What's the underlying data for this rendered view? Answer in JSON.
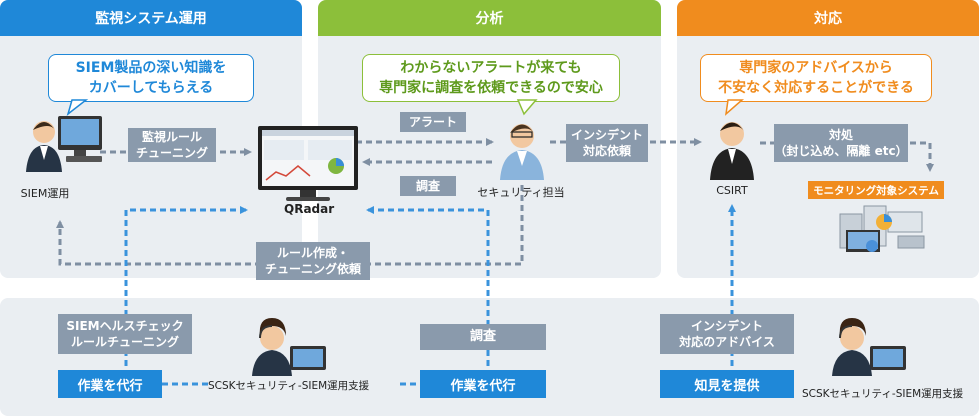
{
  "columns": {
    "monitoring": {
      "title": "監視システム運用",
      "color": "#1f88d8"
    },
    "analysis": {
      "title": "分析",
      "color": "#8cbf3a"
    },
    "response": {
      "title": "対応",
      "color": "#f08c1e"
    }
  },
  "bubbles": {
    "monitoring": {
      "line1": "SIEM製品の深い知識を",
      "line2": "カバーしてもらえる",
      "color": "#1f88d8"
    },
    "analysis": {
      "line1": "わからないアラートが来ても",
      "line2": "専門家に調査を依頼できるので安心",
      "color": "#6fa32a"
    },
    "response": {
      "line1": "専門家のアドバイスから",
      "line2": "不安なく対応することができる",
      "color": "#f08c1e"
    }
  },
  "actors": {
    "siem_ops": "SIEM運用",
    "security_staff": "セキュリティ担当",
    "csirt": "CSIRT",
    "qradar": "QRadar",
    "scsk_left": "SCSKセキュリティ-SIEM運用支援",
    "scsk_right": "SCSKセキュリティ-SIEM運用支援"
  },
  "labels": {
    "rule_tuning": {
      "line1": "監視ルール",
      "line2": "チューニング"
    },
    "alert": "アラート",
    "investigate_top": "調査",
    "incident_request": {
      "line1": "インシデント",
      "line2": "対応依頼"
    },
    "countermeasure": {
      "line1": "対処",
      "line2": "（封じ込め、隔離 etc）"
    },
    "rule_request": {
      "line1": "ルール作成・",
      "line2": "チューニング依頼"
    },
    "health_check": {
      "line1": "SIEMヘルスチェック",
      "line2": "ルールチューニング"
    },
    "investigate_bottom": "調査",
    "incident_advice": {
      "line1": "インシデント",
      "line2": "対応のアドバイス"
    },
    "monitored_system": "モニタリング対象システム"
  },
  "actions": {
    "substitute_left": "作業を代行",
    "substitute_right": "作業を代行",
    "provide_knowledge": "知見を提供"
  }
}
